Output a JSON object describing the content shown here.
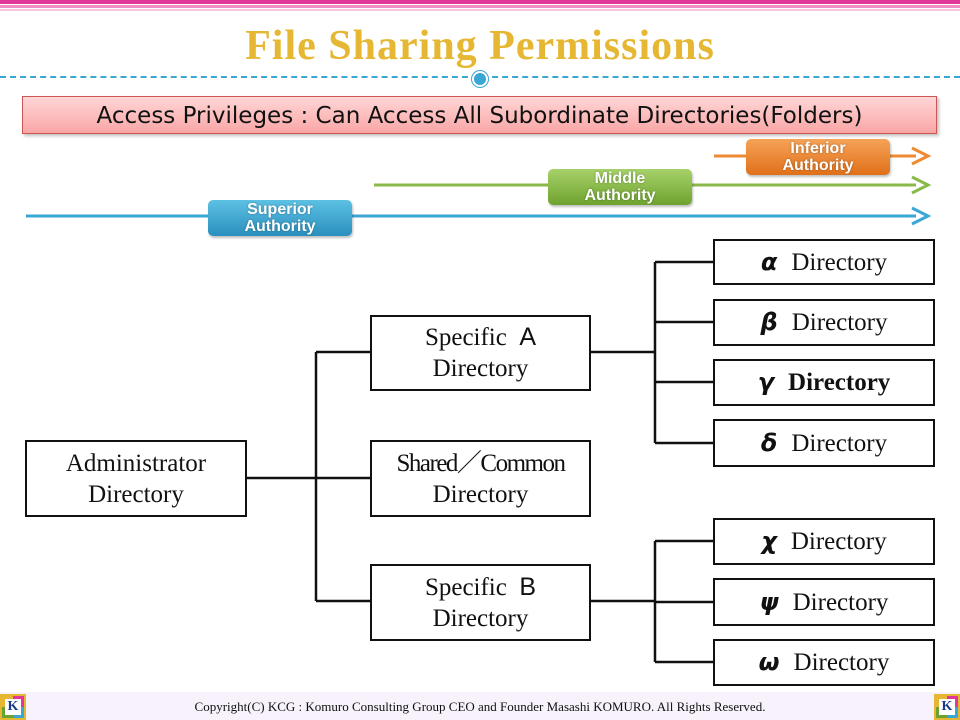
{
  "title": "File Sharing Permissions",
  "banner": "Access Privileges : Can Access All Subordinate Directories(Folders)",
  "authority": {
    "superior": [
      "Superior",
      "Authority"
    ],
    "middle": [
      "Middle",
      "Authority"
    ],
    "inferior": [
      "Inferior",
      "Authority"
    ]
  },
  "colors": {
    "title": "#e5b732",
    "superior_arrow": "#3aa6d4",
    "middle_arrow": "#8ab94a",
    "inferior_arrow": "#ef8a33"
  },
  "tree": {
    "root": [
      "Administrator",
      "Directory"
    ],
    "specific_a": {
      "line1_prefix": "Specific",
      "letter": "A",
      "line2": "Directory"
    },
    "shared": [
      "Shared／Common",
      "Directory"
    ],
    "specific_b": {
      "line1_prefix": "Specific",
      "letter": "B",
      "line2": "Directory"
    },
    "a_children": [
      {
        "symbol": "α",
        "label": "Directory"
      },
      {
        "symbol": "β",
        "label": "Directory"
      },
      {
        "symbol": "γ",
        "label": "Directory"
      },
      {
        "symbol": "δ",
        "label": "Directory"
      }
    ],
    "b_children": [
      {
        "symbol": "χ",
        "label": "Directory"
      },
      {
        "symbol": "ψ",
        "label": "Directory"
      },
      {
        "symbol": "ω",
        "label": "Directory"
      }
    ]
  },
  "footer": "Copyright(C)  KCG : Komuro Consulting Group   CEO and Founder  Masashi KOMURO. All Rights Reserved.",
  "logo_letter": "K"
}
